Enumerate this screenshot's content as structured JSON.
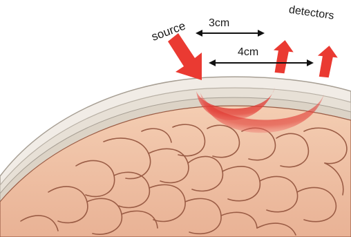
{
  "labels": {
    "source": "source",
    "detectors": "detectors",
    "near_distance": "3cm",
    "far_distance": "4cm"
  },
  "colors": {
    "arrow_red": "#ea3a32",
    "light_path_red": "#e23a33",
    "brain_tissue": "#efbfa1",
    "brain_outline": "#9a5c45",
    "skull_bone": "#e9e3da",
    "scalp_line": "#b8b0a5"
  },
  "icons": {
    "source_arrow": "down-right-arrow",
    "detector_arrow": "up-arrow"
  }
}
